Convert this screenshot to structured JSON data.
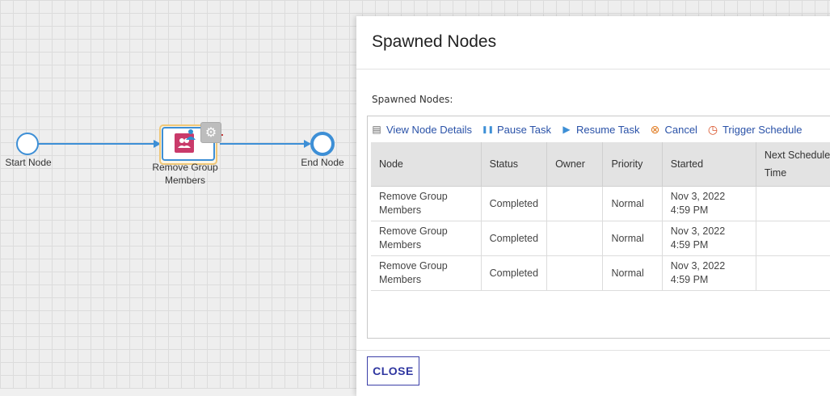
{
  "workflow": {
    "start_label": "Start Node",
    "task_label_line1": "Remove Group",
    "task_label_line2": "Members",
    "end_label": "End Node",
    "gear_glyph": "⚙"
  },
  "modal": {
    "title": "Spawned Nodes",
    "section_label": "Spawned Nodes:",
    "toolbar": [
      {
        "label": "View Node Details",
        "icon": "grid-details-icon",
        "glyph": "▤"
      },
      {
        "label": "Pause Task",
        "icon": "pause-icon",
        "glyph": "❚❚"
      },
      {
        "label": "Resume Task",
        "icon": "resume-icon",
        "glyph": "▶"
      },
      {
        "label": "Cancel",
        "icon": "cancel-icon",
        "glyph": "⊗"
      },
      {
        "label": "Trigger Schedule",
        "icon": "calendar-trigger-icon",
        "glyph": "◷"
      }
    ],
    "columns": [
      "Node",
      "Status",
      "Owner",
      "Priority",
      "Started",
      "Next Schedule Time"
    ],
    "rows": [
      [
        "Remove Group Members",
        "Completed",
        "",
        "Normal",
        "Nov 3, 2022 4:59 PM",
        ""
      ],
      [
        "Remove Group Members",
        "Completed",
        "",
        "Normal",
        "Nov 3, 2022 4:59 PM",
        ""
      ],
      [
        "Remove Group Members",
        "Completed",
        "",
        "Normal",
        "Nov 3, 2022 4:59 PM",
        ""
      ]
    ],
    "close_label": "CLOSE"
  },
  "colors": {
    "accent": "#3d8fd6",
    "link": "#2a52a8",
    "task_icon": "#c93a6a",
    "close_button": "#2f36a0"
  }
}
